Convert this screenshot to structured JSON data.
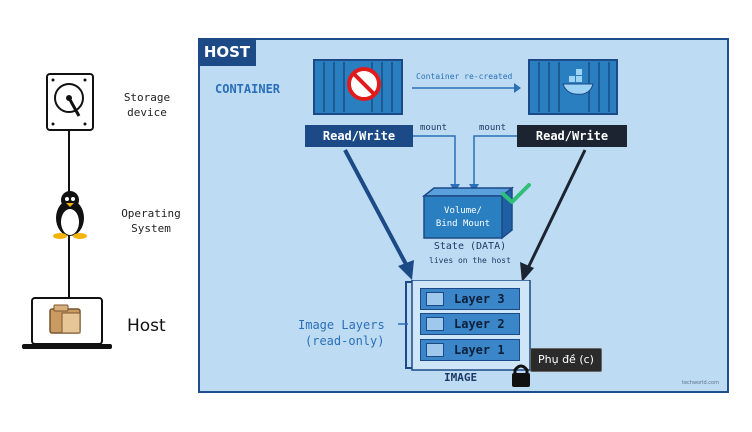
{
  "left_column": {
    "storage_label": "Storage\ndevice",
    "os_label": "Operating\nSystem",
    "host_label": "Host"
  },
  "host": {
    "tag": "HOST",
    "container_label": "CONTAINER",
    "recreated_label": "Container re-created",
    "rw_left": "Read/Write",
    "rw_right": "Read/Write",
    "mount_left": "mount",
    "mount_right": "mount",
    "volume_line1": "Volume/",
    "volume_line2": "Bind Mount",
    "state_line1": "State (DATA)",
    "state_line2": "lives on the host",
    "image_layers_line1": "Image Layers",
    "image_layers_line2": "(read-only)",
    "layers": [
      "Layer 3",
      "Layer 2",
      "Layer 1"
    ],
    "image_label": "IMAGE",
    "watermark": "techworld.com"
  },
  "tooltip": {
    "text": "Phụ đề (c)"
  },
  "colors": {
    "panel_bg": "#bddcf3",
    "panel_border": "#1f4e8c",
    "rw_left_bg": "#1c4a86",
    "rw_right_bg": "#1b2430",
    "container_blue": "#2a7fc1",
    "check_green": "#2fbf7a"
  }
}
